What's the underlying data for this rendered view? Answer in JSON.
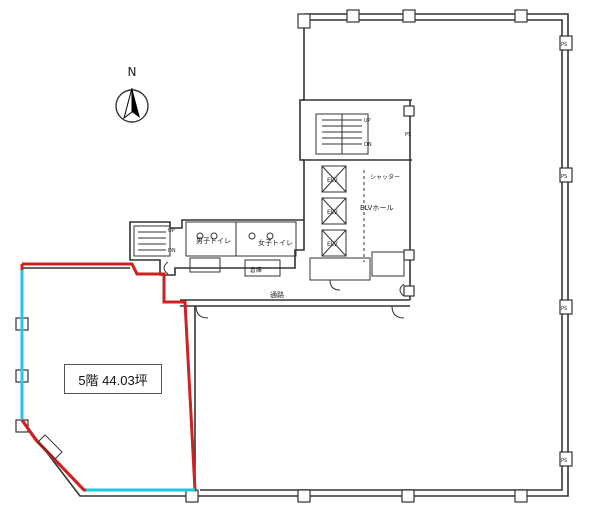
{
  "north_label": "N",
  "unit_label": "5階  44.03坪",
  "corridor_label": "通路",
  "hall_label": "ELVホール",
  "shutter_label": "シャッター",
  "mens_toilet_label": "男子トイレ",
  "womens_toilet_label": "女子トイレ",
  "storage_label": "倉庫",
  "elevator_labels": [
    "ELV",
    "ELV",
    "ELV"
  ],
  "ps_labels": [
    "PS",
    "PS",
    "PS",
    "PS",
    "PS"
  ],
  "up_labels": [
    "UP",
    "UP"
  ],
  "dn_labels": [
    "DN",
    "DN"
  ],
  "colors": {
    "walls": "#333333",
    "unit_outline": "#d02020",
    "window_line": "#20c8e0"
  }
}
